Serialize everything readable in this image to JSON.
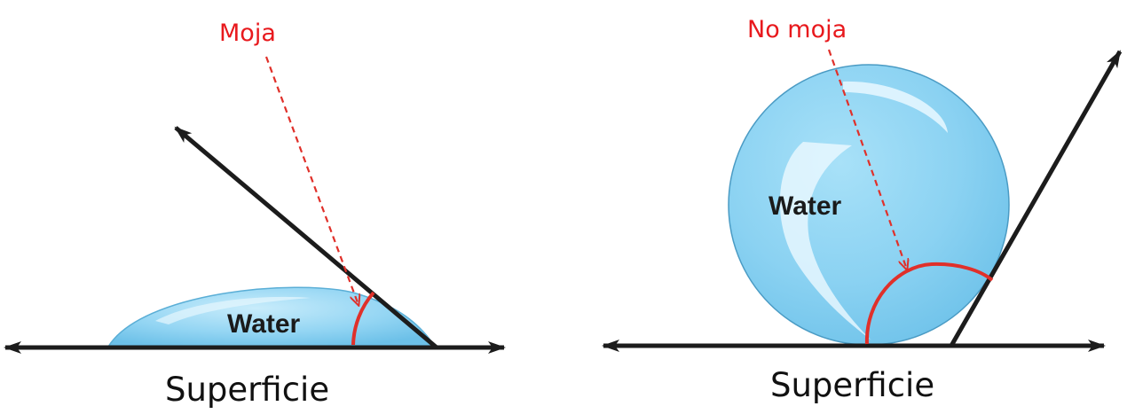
{
  "left_panel": {
    "annotation": "Moja",
    "drop_label": "Water",
    "surface_label": "Superficie"
  },
  "right_panel": {
    "annotation": "No moja",
    "drop_label": "Water",
    "surface_label": "Superficie"
  },
  "colors": {
    "water_fill": "#8fd4f2",
    "water_edge": "#4a9bc4",
    "annotation": "#e8191d",
    "arrow": "#1c1c1c"
  }
}
